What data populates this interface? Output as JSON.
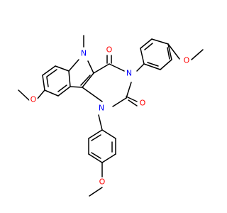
{
  "molecule": {
    "atom_labels": {
      "o_methoxy_left": "O",
      "o_carbonyl_top": "O",
      "o_carbonyl_right": "O",
      "o_methoxy_aryl_right": "O",
      "o_methoxy_benzyl": "O",
      "n_indole": "N",
      "n_pyrimidine_3": "N",
      "n_pyrimidine_1": "N"
    },
    "colors": {
      "oxygen": "#ff0000",
      "nitrogen": "#0000ff",
      "bond": "#000000",
      "background": "#ffffff"
    }
  }
}
